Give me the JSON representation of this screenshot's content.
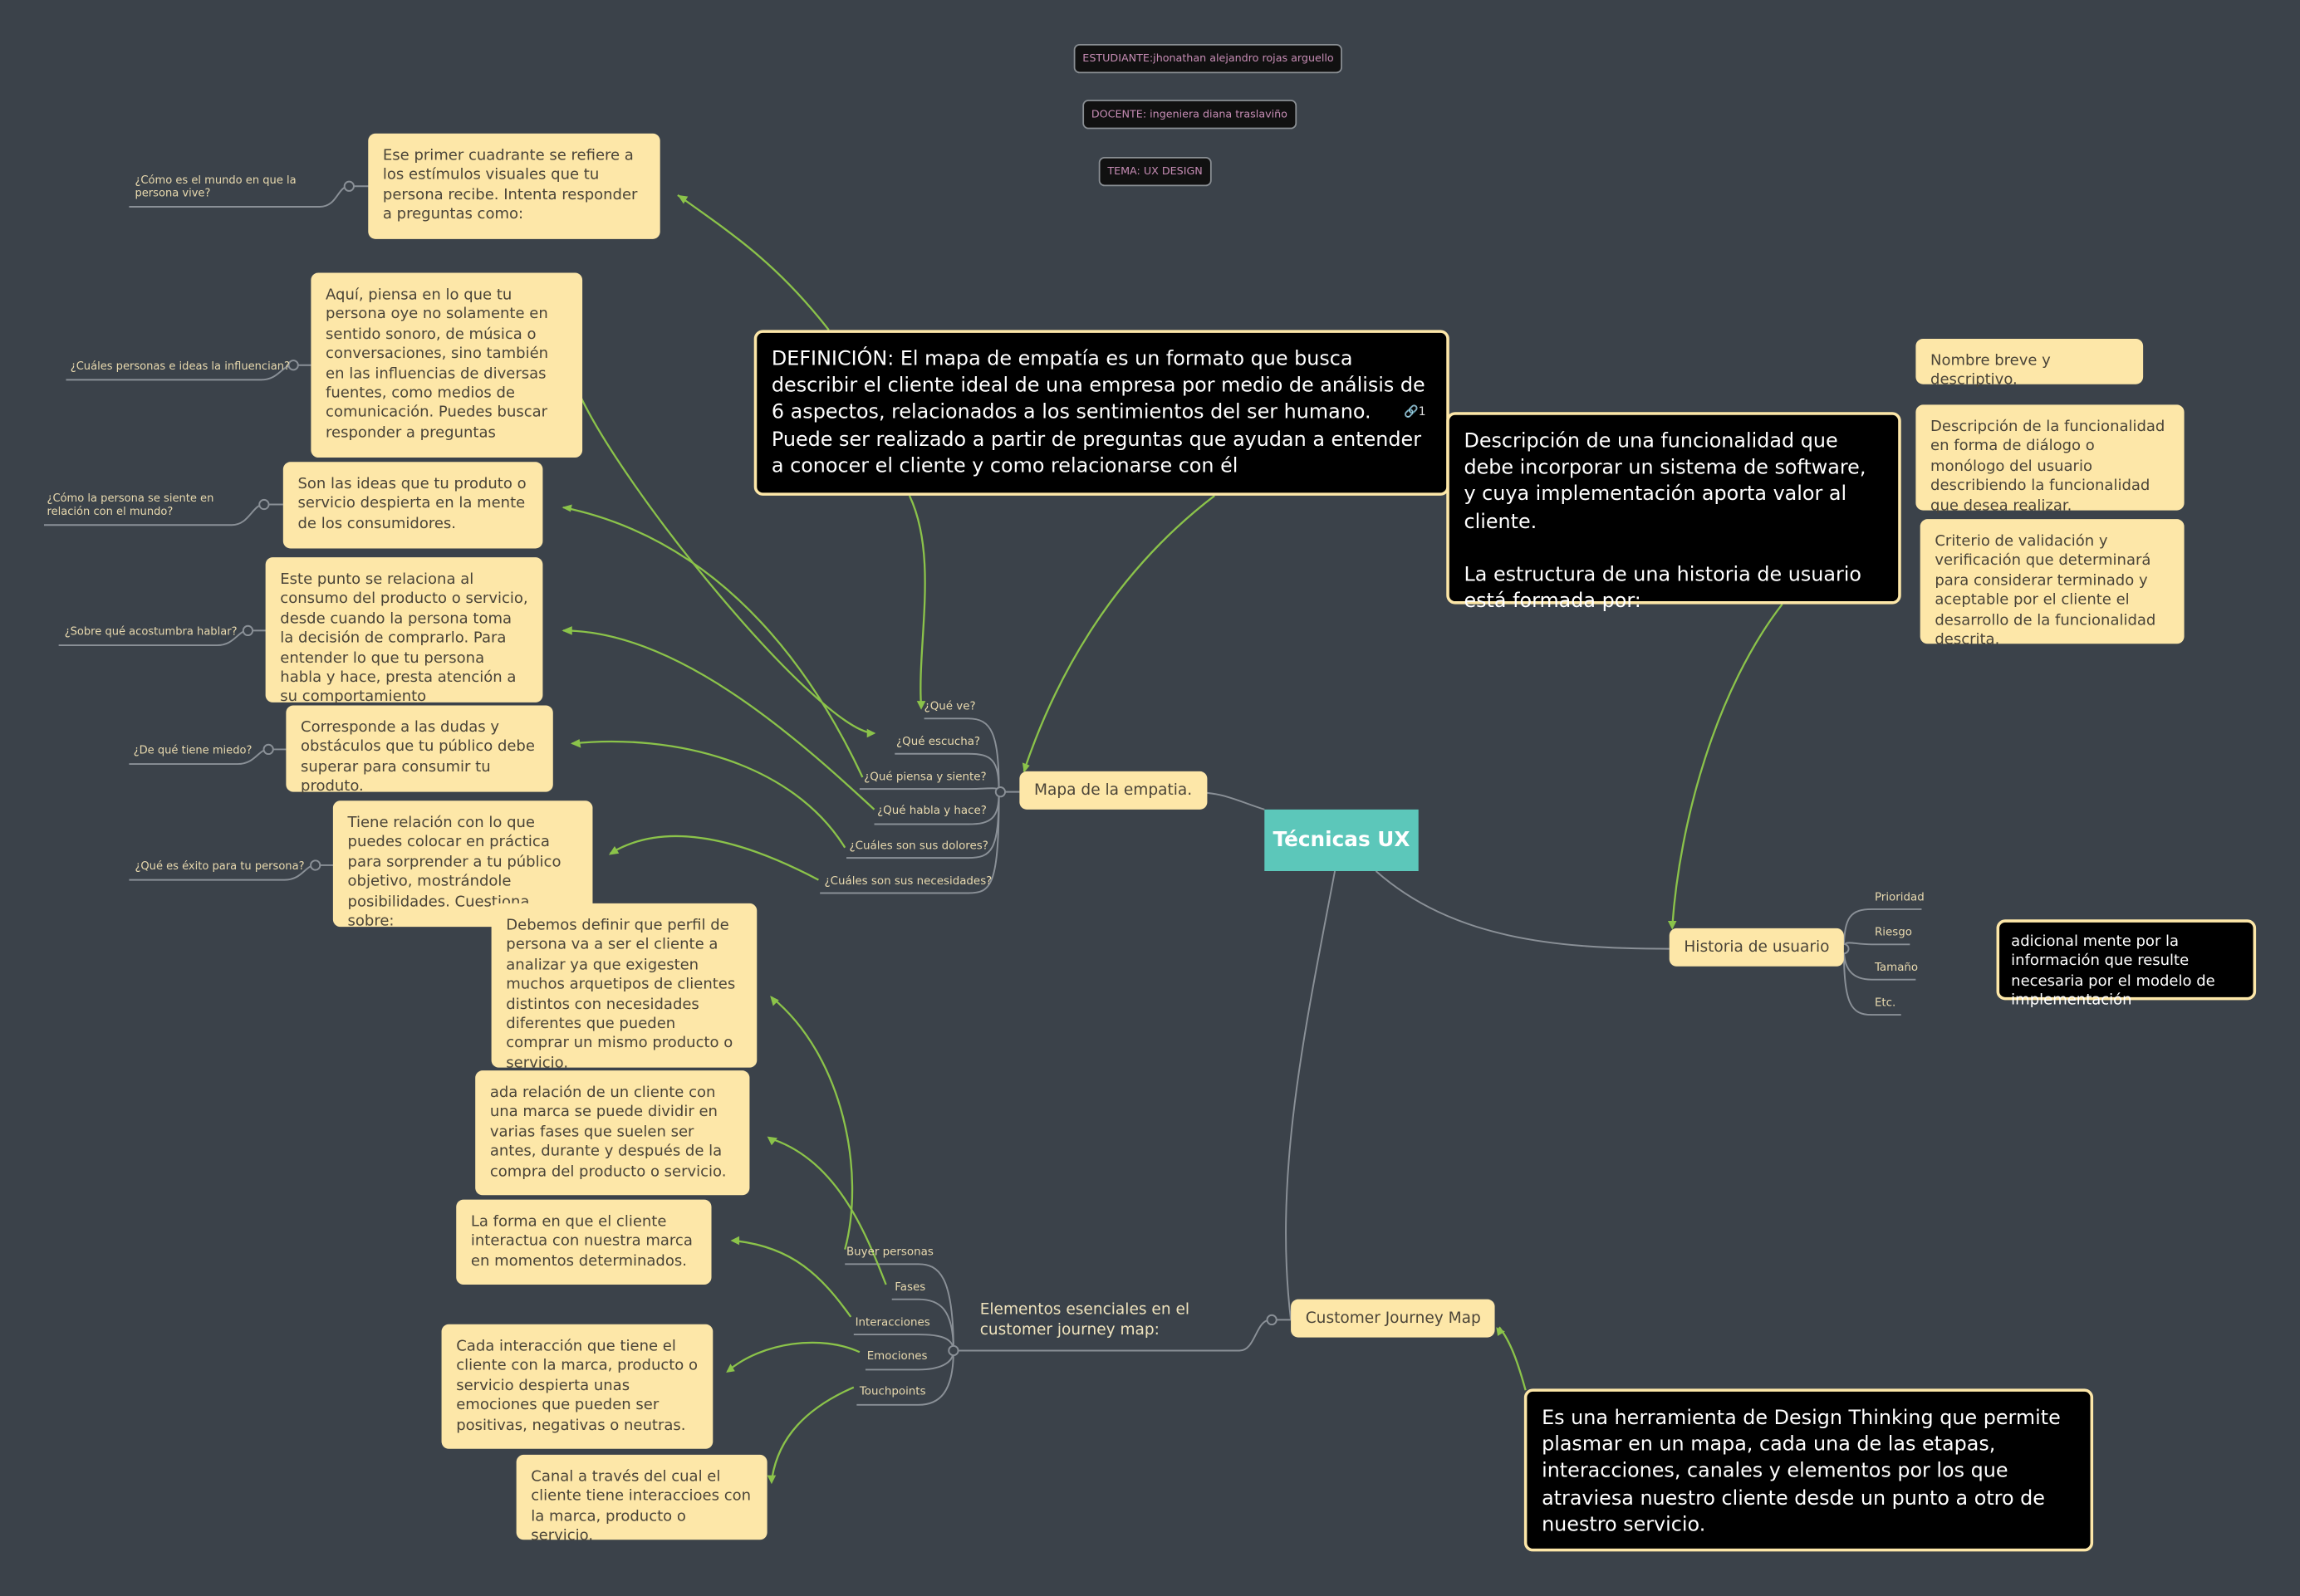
{
  "root": "Técnicas UX",
  "info": {
    "student": "ESTUDIANTE:jhonathan alejandro rojas arguello",
    "teacher": "DOCENTE: ingeniera diana traslaviño",
    "topic": "TEMA: UX DESIGN"
  },
  "empathy": {
    "title": "Mapa de la empatia.",
    "definition": "DEFINICIÓN: El mapa de empatía es un formato que busca describir el cliente ideal de una empresa por medio de análisis de 6 aspectos, relacionados a los sentimientos del ser humano. Puede ser realizado a partir de preguntas que ayudan a entender a conocer el cliente y como relacionarse con él",
    "link_count": "1",
    "branches": [
      "¿Qué ve?",
      "¿Qué escucha?",
      "¿Qué piensa y siente?",
      "¿Qué habla y hace?",
      "¿Cuáles son sus dolores?",
      "¿Cuáles son sus necesidades?"
    ],
    "notes": [
      "Ese primer cuadrante se refiere a los estímulos visuales que tu persona recibe. Intenta responder a preguntas como:",
      "Aquí, piensa en lo que tu persona oye no solamente en sentido sonoro, de música o conversaciones, sino también en las influencias de diversas fuentes, como medios de comunicación. Puedes buscar responder a preguntas",
      "Son las ideas que tu produto o servicio despierta en la mente de los consumidores.",
      "Este punto se relaciona al consumo del producto o servicio, desde cuando la persona toma la decisión de comprarlo. Para entender lo que tu persona habla y hace, presta atención a su comportamiento",
      "Corresponde a las dudas y obstáculos que tu público debe superar para consumir tu produto.",
      "Tiene relación con lo que puedes colocar en práctica para sorprender a tu público objetivo, mostrándole posibilidades. Cuestiona sobre:"
    ],
    "questions": [
      "¿Cómo es el mundo en que la persona vive?",
      "¿Cuáles personas e ideas la influencian?",
      "¿Cómo la persona se siente en relación con el mundo?",
      "¿Sobre qué acostumbra hablar?",
      "¿De qué tiene miedo?",
      "¿Qué es éxito para tu persona?"
    ]
  },
  "story": {
    "title": "Historia de usuario",
    "description": "Descripción de una funcionalidad que debe incorporar un sistema de software, y cuya implementación aporta valor al cliente.\n\nLa estructura de una historia de usuario está formada por:",
    "structure": [
      "Nombre breve y descriptivo.",
      "Descripción de la funcionalidad en forma de diálogo o monólogo del usuario describiendo la funcionalidad que desea realizar.",
      "Criterio de validación y verificación que determinará para considerar terminado y aceptable por el cliente el desarrollo de la funcionalidad descrita."
    ],
    "attributes": [
      "Prioridad",
      "Riesgo",
      "Tamaño",
      "Etc."
    ],
    "extra": "adicional mente por la información que resulte necesaria por el modelo de implementación"
  },
  "journey": {
    "title": "Customer Journey Map",
    "description": "Es una herramienta de Design Thinking que permite plasmar en un mapa, cada una de las etapas, interacciones, canales y elementos por los que atraviesa nuestro cliente desde un punto a otro de nuestro servicio.",
    "elements_label": "Elementos esenciales en el customer journey map:",
    "elements": [
      "Buyer personas",
      "Fases",
      "Interacciones",
      "Emociones",
      "Touchpoints"
    ],
    "notes": [
      "Debemos definir que perfil de persona va a ser el cliente a analizar ya que exigesten muchos arquetipos de clientes distintos con necesidades diferentes que pueden comprar un mismo producto o servicio.",
      "ada relación de un cliente con una marca se puede dividir en varias fases que suelen ser antes, durante y después de la compra del producto o servicio.",
      "La forma en que el cliente interactua con nuestra marca en momentos determinados.",
      "Cada interacción que tiene el cliente con la marca, producto o servicio despierta unas emociones que pueden ser positivas, negativas o neutras.",
      "Canal a través del cual el cliente tiene interaccioes con la marca, producto o servicio."
    ]
  },
  "colors": {
    "background": "#3b424a",
    "note": "#fde7a8",
    "root": "#5cc7ba",
    "relation": "#8bc34a",
    "connector": "#8a9097"
  }
}
